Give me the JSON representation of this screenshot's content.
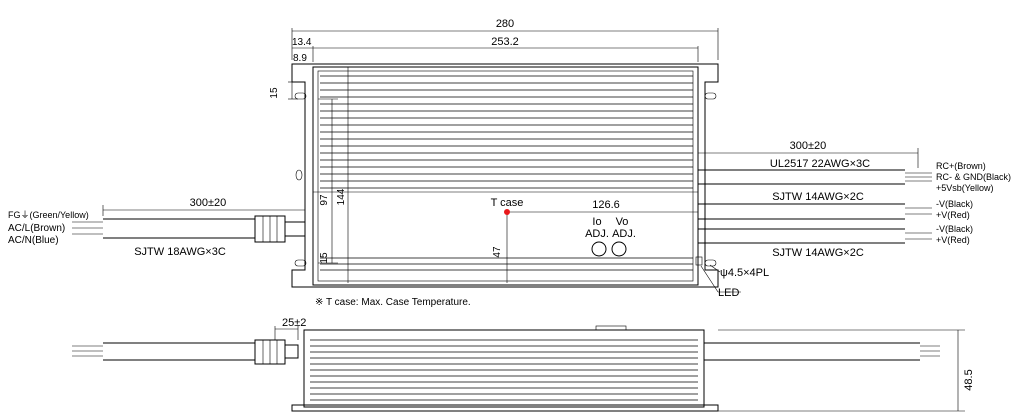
{
  "dimensions": {
    "overall_length": "280",
    "body_length": "253.2",
    "offset_outer": "13.4",
    "offset_inner": "8.9",
    "flange_height": "15",
    "mount_spacing_vertical": "97",
    "body_height": "144",
    "bottom_flange": "15",
    "tcase_height": "47",
    "tcase_distance": "126.6",
    "cable_length_right": "300±20",
    "cable_length_left": "300±20",
    "connector_offset": "25±2",
    "side_height": "48.5",
    "hole_spec": "ψ4.5×4PL"
  },
  "labels": {
    "tcase": "T case",
    "io_line1": "Io",
    "io_line2": "ADJ.",
    "vo_line1": "Vo",
    "vo_line2": "ADJ.",
    "led": "LED",
    "footnote": "※ T case: Max. Case Temperature."
  },
  "left_cable": {
    "spec": "SJTW 18AWG×3C",
    "wires": [
      "FG⏚(Green/Yellow)",
      "AC/L(Brown)",
      "AC/N(Blue)"
    ]
  },
  "right_cables": {
    "signal_spec": "UL2517 22AWG×3C",
    "signal_wires": [
      "RC+(Brown)",
      "RC- & GND(Black)",
      "+5Vsb(Yellow)"
    ],
    "dc1_spec": "SJTW 14AWG×2C",
    "dc1_wires": [
      "-V(Black)",
      "+V(Red)"
    ],
    "dc2_spec": "SJTW 14AWG×2C",
    "dc2_wires": [
      "-V(Black)",
      "+V(Red)"
    ]
  },
  "colors": {
    "tcase_dot": "#e8191b"
  }
}
